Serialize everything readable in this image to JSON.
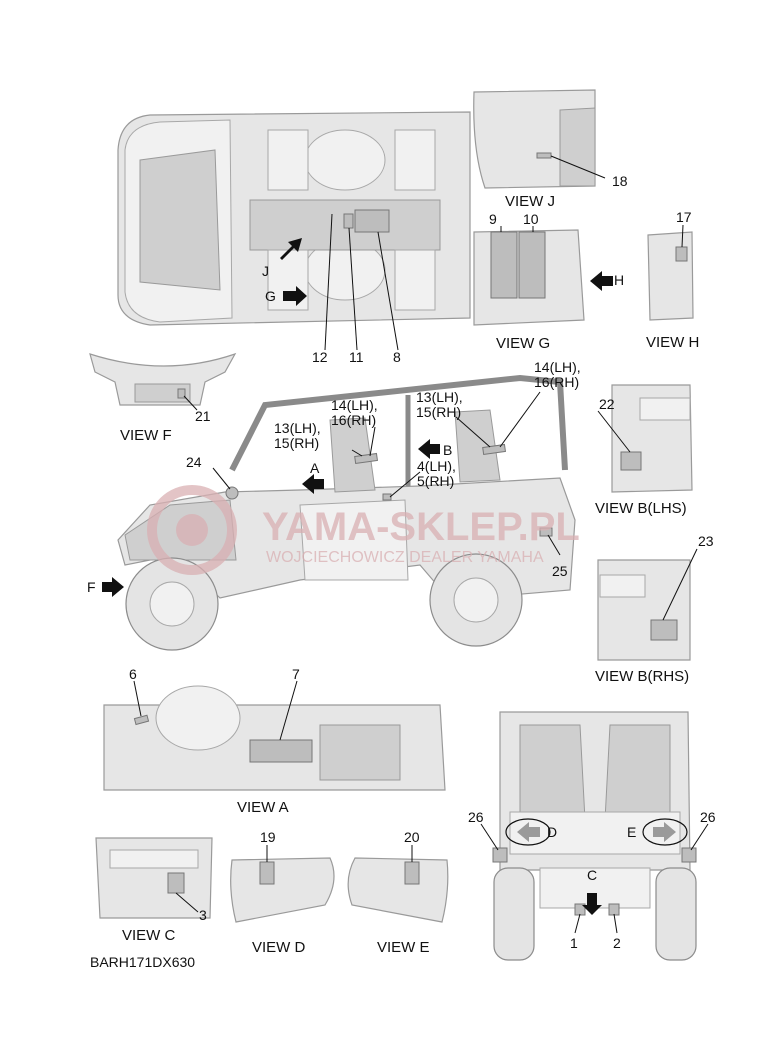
{
  "diagram_code": "BARH171DX630",
  "views": {
    "view_j": "VIEW J",
    "view_g": "VIEW G",
    "view_h": "VIEW H",
    "view_f": "VIEW F",
    "view_b_lhs": "VIEW B(LHS)",
    "view_b_rhs": "VIEW B(RHS)",
    "view_a": "VIEW A",
    "view_c": "VIEW C",
    "view_d": "VIEW D",
    "view_e": "VIEW E"
  },
  "arrows": {
    "j": "J",
    "g": "G",
    "h": "H",
    "a": "A",
    "b": "B",
    "f": "F",
    "c": "C",
    "d": "D",
    "e": "E"
  },
  "callouts": {
    "n1": "1",
    "n2": "2",
    "n3": "3",
    "n4_5_line1": "4(LH),",
    "n4_5_line2": "5(RH)",
    "n6": "6",
    "n7": "7",
    "n8": "8",
    "n9": "9",
    "n10": "10",
    "n11": "11",
    "n12": "12",
    "n13_15_a_line1": "13(LH),",
    "n13_15_a_line2": "15(RH)",
    "n14_16_a_line1": "14(LH),",
    "n14_16_a_line2": "16(RH)",
    "n13_15_b_line1": "13(LH),",
    "n13_15_b_line2": "15(RH)",
    "n14_16_b_line1": "14(LH),",
    "n14_16_b_line2": "16(RH)",
    "n17": "17",
    "n18": "18",
    "n19": "19",
    "n20": "20",
    "n21": "21",
    "n22": "22",
    "n23": "23",
    "n24": "24",
    "n25": "25",
    "n26_left": "26",
    "n26_right": "26"
  },
  "watermark": {
    "brand": "YAMA-SKLEP.PL",
    "subline": "WOJCIECHOWICZ DEALER YAMAHA"
  },
  "colors": {
    "line": "#111111",
    "part_fill": "#e6e6e6",
    "decal_fill": "#bdbdbd",
    "watermark": "#d9b0b3"
  }
}
